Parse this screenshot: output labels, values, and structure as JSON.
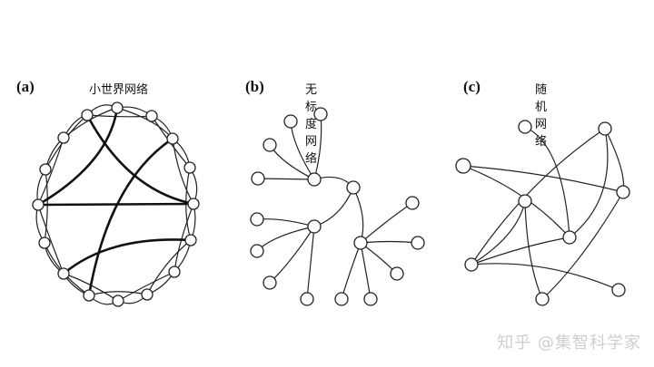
{
  "panels": [
    {
      "letter": "(a)",
      "title": "小世界网络"
    },
    {
      "letter": "(b)",
      "title": "无标度网络"
    },
    {
      "letter": "(c)",
      "title": "随机网络"
    }
  ],
  "watermark": "知乎 @集智科学家"
}
